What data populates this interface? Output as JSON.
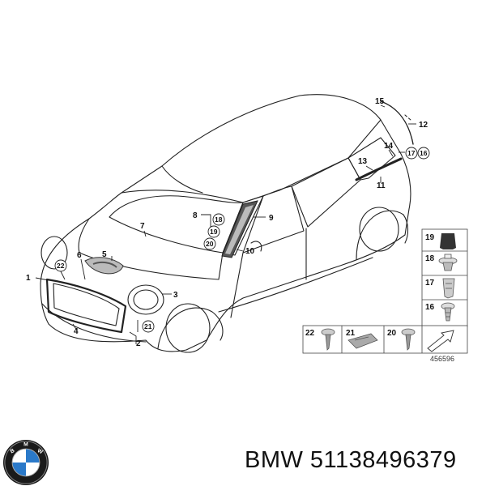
{
  "diagram": {
    "callouts": {
      "c1": "1",
      "c2": "2",
      "c3": "3",
      "c4": "4",
      "c5": "5",
      "c6": "6",
      "c7": "7",
      "c8": "8",
      "c9": "9",
      "c10": "10",
      "c11": "11",
      "c12": "12",
      "c13": "13",
      "c14": "14",
      "c15": "15",
      "c16_circle": "16",
      "c17_circle": "17",
      "c18_circle": "18",
      "c19_circle": "19",
      "c20_circle": "20",
      "c21_circle": "21",
      "c22_circle": "22"
    },
    "legend": {
      "items_right": [
        "19",
        "18",
        "17",
        "16"
      ],
      "items_bottom": [
        "22",
        "21",
        "20"
      ]
    },
    "drawing_number": "456596"
  },
  "footer": {
    "brand_logo": "BMW",
    "part_label": "BMW 51138496379"
  }
}
